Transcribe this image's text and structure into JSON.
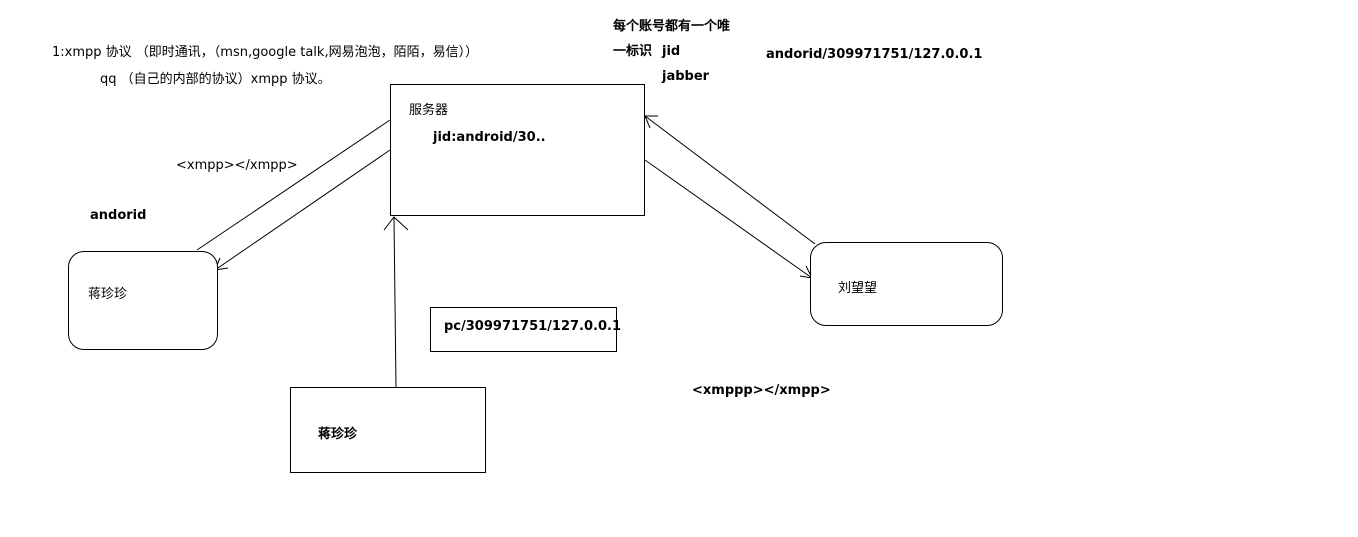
{
  "notes": {
    "line1": "1:xmpp 协议 （即时通讯，（msn,google talk,网易泡泡，陌陌，易信））",
    "line2": "qq （自己的内部的协议）xmpp 协议。",
    "jid_line1": "每个账号都有一个唯",
    "jid_line2": "一标识",
    "jid_label": "jid",
    "jabber_label": "jabber",
    "jid_example": "andorid/309971751/127.0.0.1"
  },
  "server": {
    "title": "服务器",
    "jid": "jid:android/30.."
  },
  "clients": {
    "android_platform": "andorid",
    "android_user": "蒋珍珍",
    "right_user": "刘望望",
    "pc_user": "蒋珍珍",
    "pc_jid": "pc/309971751/127.0.0.1"
  },
  "labels": {
    "xmpp_left": "<xmpp></xmpp>",
    "xmpp_right": "<xmppp></xmpp>"
  }
}
